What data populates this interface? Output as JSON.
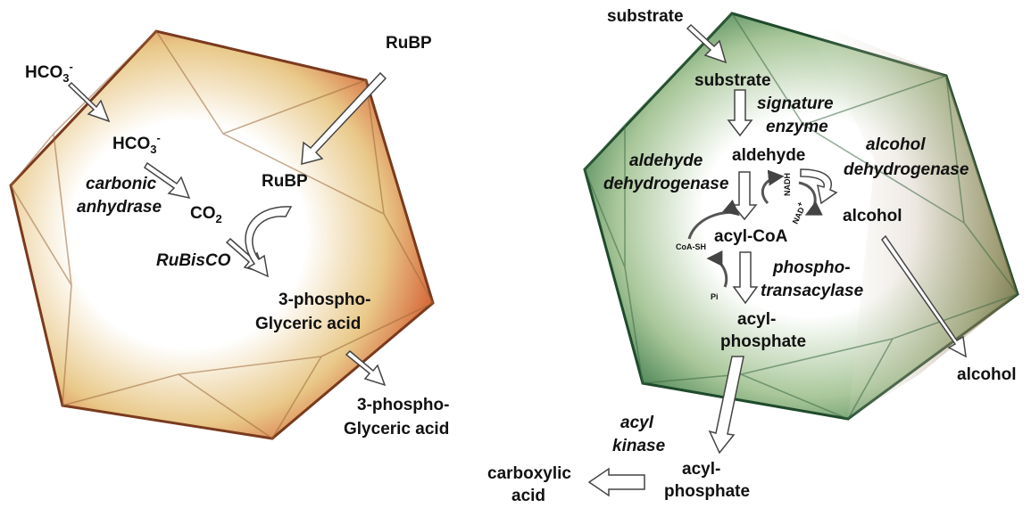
{
  "left_compartment": {
    "labels": {
      "hco3_outside": "HCO",
      "hco3_inside": "HCO",
      "hco3_sub": "3",
      "hco3_sup": "-",
      "carbonic_1": "carbonic",
      "carbonic_2": "anhydrase",
      "co2": "CO",
      "co2_sub": "2",
      "rubisco": "RuBisCO",
      "rubp_outside": "RuBP",
      "rubp_inside": "RuBP",
      "pga_in_1": "3-phospho-",
      "pga_in_2": "Glyceric acid",
      "pga_out_1": "3-phospho-",
      "pga_out_2": "Glyceric acid"
    }
  },
  "right_compartment": {
    "labels": {
      "substrate_outside": "substrate",
      "substrate_inside": "substrate",
      "signature_1": "signature",
      "signature_2": "enzyme",
      "aldehyde": "aldehyde",
      "aldehyde_dh_1": "aldehyde",
      "aldehyde_dh_2": "dehydrogenase",
      "alcohol_dh_1": "alcohol",
      "alcohol_dh_2": "dehydrogenase",
      "nadh": "NADH",
      "nad": "NAD",
      "nad_sup": "+",
      "alcohol_inside": "alcohol",
      "alcohol_outside": "alcohol",
      "coash": "CoA-SH",
      "acylcoa": "acyl-CoA",
      "phospho_1": "phospho-",
      "phospho_2": "transacylase",
      "pi": "Pi",
      "acylp_in_1": "acyl-",
      "acylp_in_2": "phosphate",
      "acylp_out_1": "acyl-",
      "acylp_out_2": "phosphate",
      "acyl_kinase_1": "acyl",
      "acyl_kinase_2": "kinase",
      "carboxylic_1": "carboxylic",
      "carboxylic_2": "acid"
    }
  },
  "colors": {
    "left_shell": "#d9623a",
    "left_shell_light": "#e8b860",
    "right_shell": "#2f7a45",
    "right_shell_brown": "#8a6a45",
    "arrow_fill": "#ffffff",
    "arrow_stroke": "#444444"
  }
}
